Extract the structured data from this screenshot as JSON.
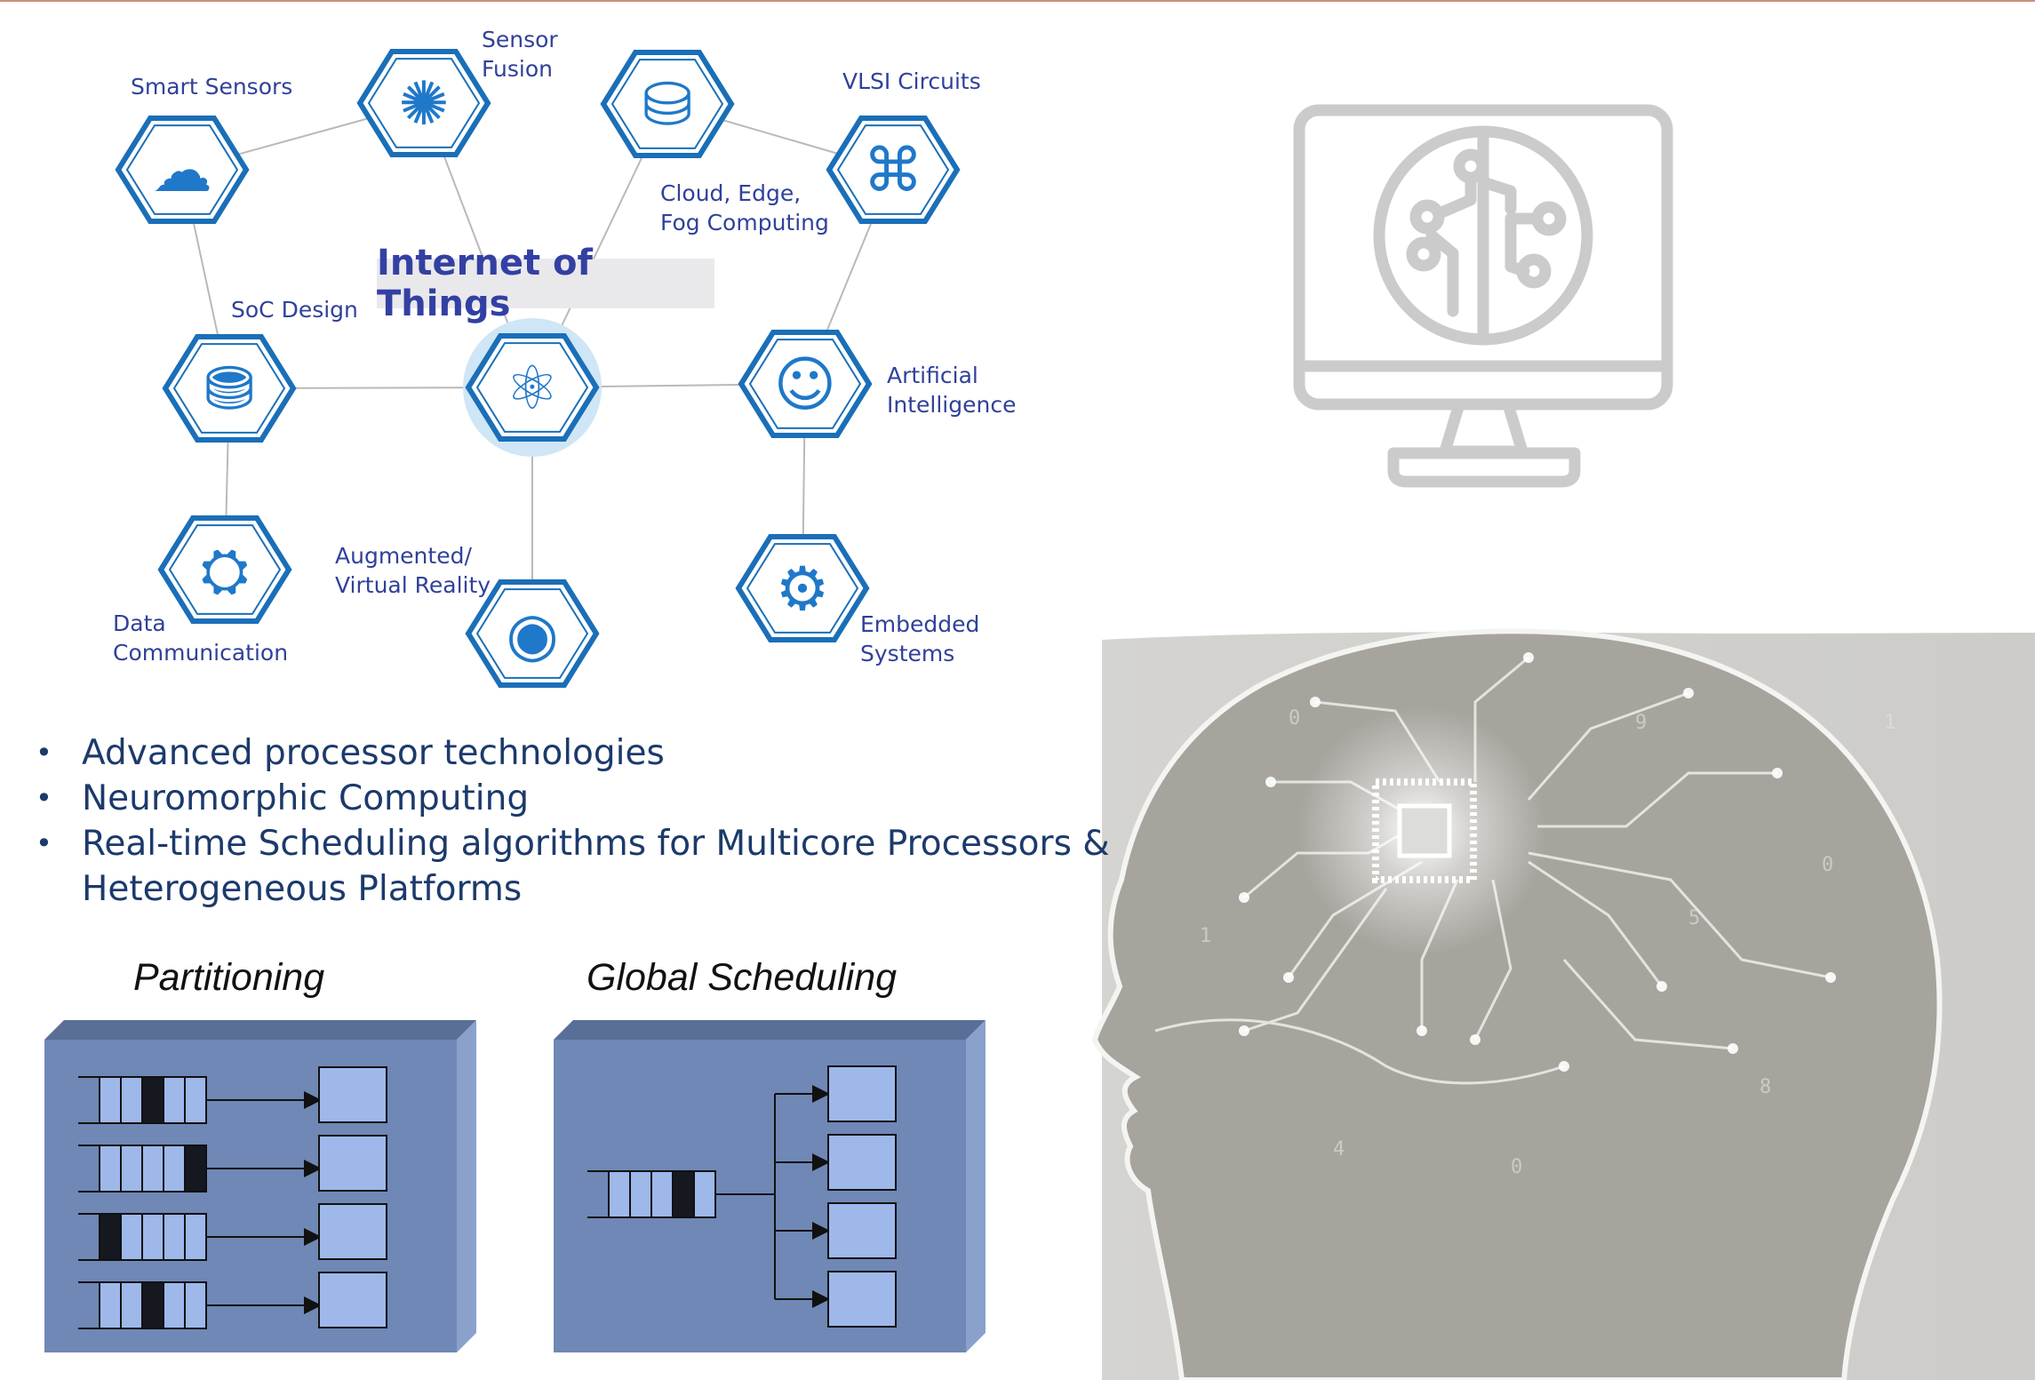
{
  "iot": {
    "title": "Internet of Things",
    "nodes": [
      {
        "key": "smart-sensors",
        "label": "Smart Sensors"
      },
      {
        "key": "sensor-fusion",
        "label": "Sensor\nFusion"
      },
      {
        "key": "cloud",
        "label": "Cloud, Edge,\nFog Computing"
      },
      {
        "key": "vlsi",
        "label": "VLSI Circuits"
      },
      {
        "key": "soc",
        "label": "SoC Design"
      },
      {
        "key": "ai",
        "label": "Artificial\nIntelligence"
      },
      {
        "key": "data-comm",
        "label": "Data\nCommunication"
      },
      {
        "key": "ar-vr",
        "label": "Augmented/\nVirtual Reality"
      },
      {
        "key": "embedded",
        "label": "Embedded\nSystems"
      }
    ]
  },
  "bullets": [
    "Advanced processor technologies",
    "Neuromorphic Computing",
    "Real-time Scheduling algorithms for Multicore Processors & Heterogeneous Platforms"
  ],
  "scheduling": {
    "partitioning_title": "Partitioning",
    "global_title": "Global Scheduling"
  },
  "colors": {
    "hex_border": "#1a6fb8",
    "icon_blue": "#1f78c9",
    "label_blue": "#30419a",
    "box_face": "#6f88b5",
    "box_top": "#596f97",
    "processor": "#9eb8ea",
    "head_bg": "#a9a7a0"
  },
  "icons": {
    "monitor": "ai-brain-monitor-icon",
    "head": "digital-circuit-head-illustration"
  }
}
